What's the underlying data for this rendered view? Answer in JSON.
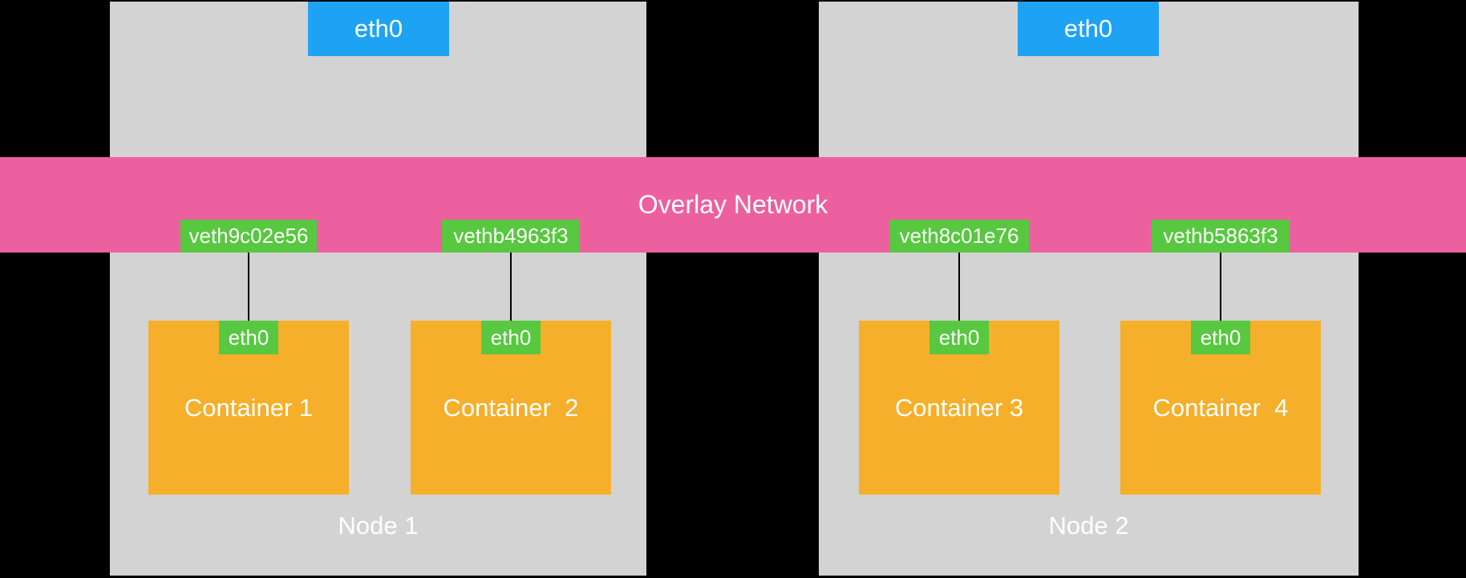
{
  "diagram": {
    "overlay": {
      "label": "Overlay Network"
    },
    "nodes": [
      {
        "label": "Node 1",
        "eth0_label": "eth0",
        "containers": [
          {
            "name": "Container 1",
            "eth_label": "eth0",
            "veth_label": "veth9c02e56"
          },
          {
            "name": "Container  2",
            "eth_label": "eth0",
            "veth_label": "vethb4963f3"
          }
        ]
      },
      {
        "label": "Node 2",
        "eth0_label": "eth0",
        "containers": [
          {
            "name": "Container 3",
            "eth_label": "eth0",
            "veth_label": "veth8c01e76"
          },
          {
            "name": "Container  4",
            "eth_label": "eth0",
            "veth_label": "vethb5863f3"
          }
        ]
      }
    ],
    "colors": {
      "page_bg": "#000000",
      "node_bg": "#D3D3D3",
      "overlay_bg": "#EC609F",
      "host_eth_bg": "#1EA3F4",
      "veth_bg": "#57C83F",
      "container_bg": "#F5AF2A",
      "line_color": "#000000",
      "text_color": "#FFFFFF"
    }
  }
}
